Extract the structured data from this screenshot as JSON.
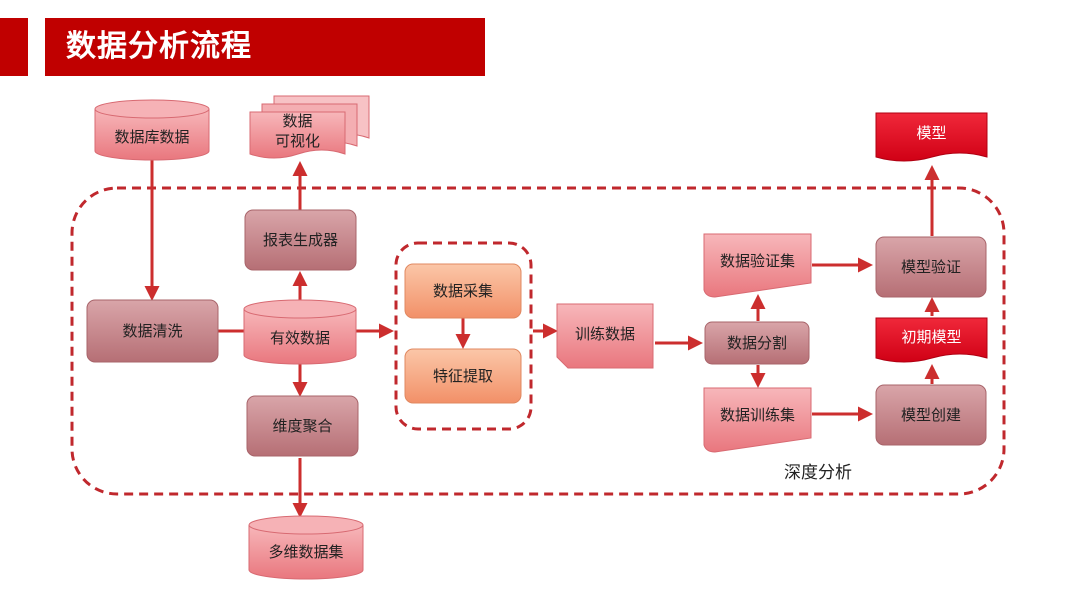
{
  "header": {
    "title": "数据分析流程"
  },
  "nodes": {
    "database": "数据库数据",
    "visualization": "数据\n可视化",
    "report_generator": "报表生成器",
    "data_cleaning": "数据清洗",
    "valid_data": "有效数据",
    "dimension_aggregation": "维度聚合",
    "multidim_dataset": "多维数据集",
    "data_collection": "数据采集",
    "feature_extraction": "特征提取",
    "training_data": "训练数据",
    "validation_set": "数据验证集",
    "data_split": "数据分割",
    "training_set": "数据训练集",
    "model_validation": "模型验证",
    "model_creation": "模型创建",
    "initial_model": "初期模型",
    "model": "模型"
  },
  "regions": {
    "deep_analysis": "深度分析"
  },
  "colors": {
    "header_red": "#c00000",
    "dashed_border": "#c0282d",
    "arrow": "#cc2e2e",
    "rose_box": "#c98a8f",
    "pink_doc": "#ef8c92",
    "orange_box": "#f6a583",
    "red_doc": "#e0001a"
  }
}
